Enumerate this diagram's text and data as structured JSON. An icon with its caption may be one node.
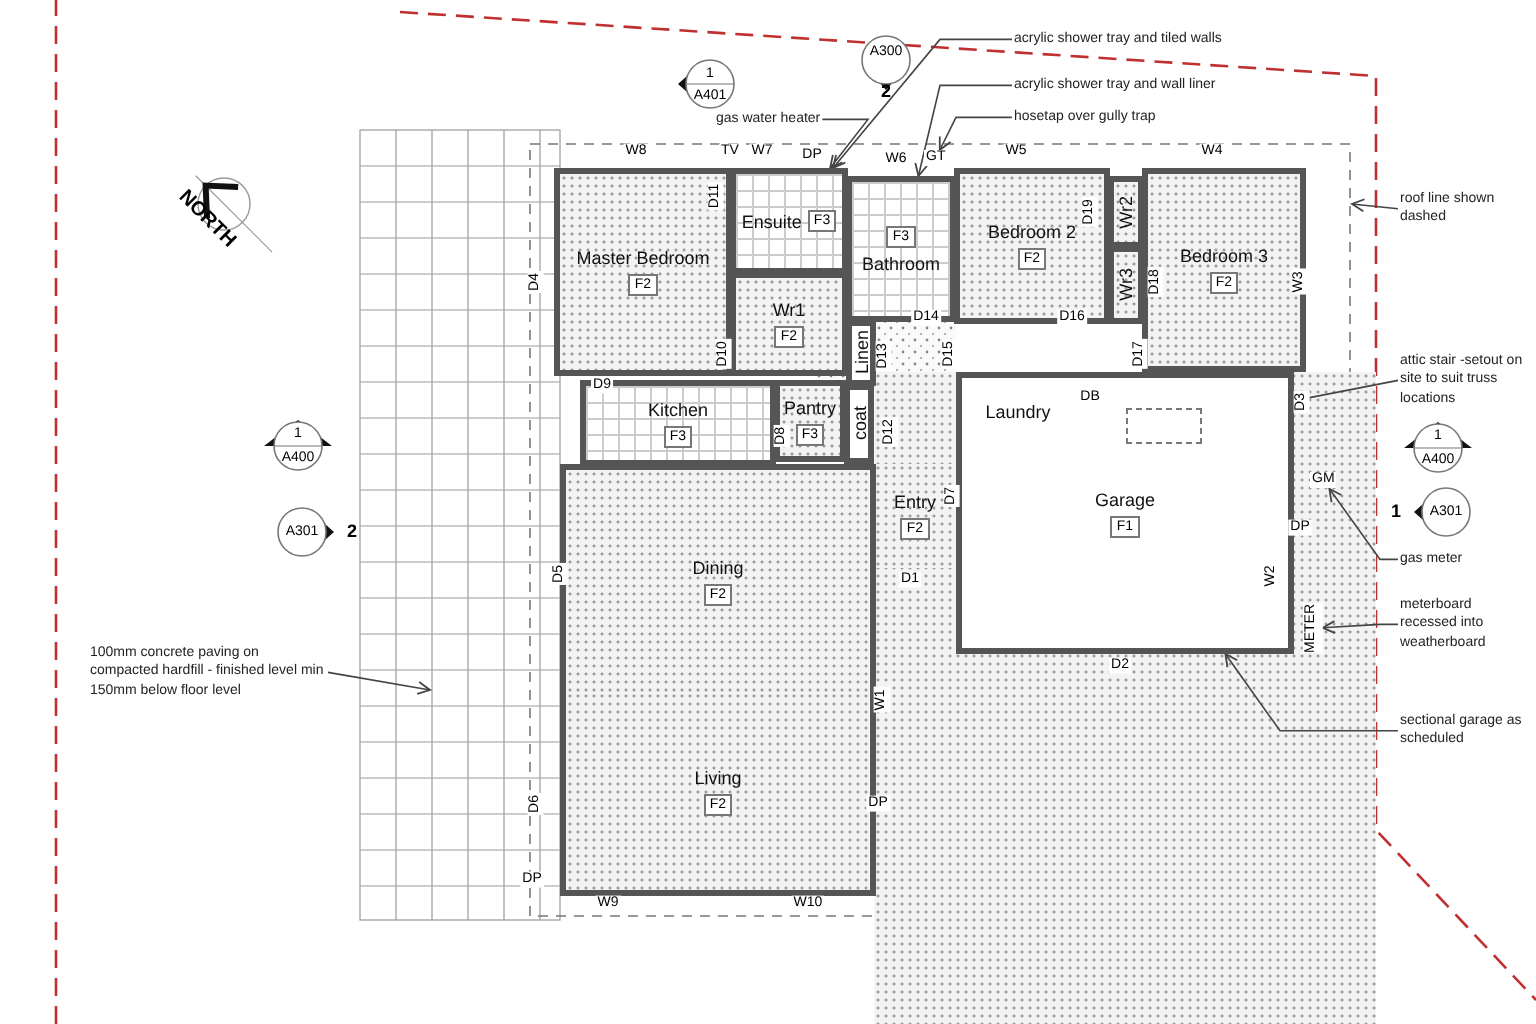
{
  "diagram": {
    "nodes": [
      {
        "text": [
          "Master Bedroom",
          "F2"
        ]
      },
      {
        "text": [
          "Ensuite",
          "F3"
        ]
      },
      {
        "text": [
          "F3",
          "Bathroom"
        ]
      },
      {
        "text": [
          "Bedroom 2",
          "F2"
        ]
      },
      {
        "text": [
          "Wr2"
        ]
      },
      {
        "text": [
          "Wr3"
        ]
      },
      {
        "text": [
          "Bedroom 3",
          "F2"
        ]
      },
      {
        "text": [
          "Wr1",
          "F2"
        ]
      },
      {
        "text": [
          "Linen"
        ]
      },
      {
        "text": [
          "Kitchen",
          "F3"
        ]
      },
      {
        "text": [
          "Pantry",
          "F3"
        ]
      },
      {
        "text": [
          "coat"
        ]
      },
      {
        "text": [
          "Garage",
          "F1"
        ]
      },
      {
        "text": [
          "Laundry"
        ],
        "in": 12
      },
      {
        "text": [],
        "shape": "box",
        "in": 12
      },
      {
        "text": [
          "Entry",
          "F2"
        ]
      },
      {
        "text": [
          "Dining",
          "F2"
        ]
      },
      {
        "text": [
          "Living",
          "F2"
        ]
      },
      {
        "text": [
          "acrylic shower tray and tiled walls"
        ]
      },
      {
        "text": [
          "acrylic shower tray and wall liner"
        ]
      },
      {
        "text": [
          "hosetap over gully trap"
        ]
      },
      {
        "text": [
          "GT"
        ]
      },
      {
        "text": [
          "gas water heater"
        ]
      },
      {
        "text": [
          "roof line shown dashed"
        ]
      },
      {
        "text": [
          "attic stair -setout on site to suit truss locations"
        ]
      },
      {
        "text": [
          "gas meter"
        ]
      },
      {
        "text": [
          "GM"
        ]
      },
      {
        "text": [
          "meterboard recessed into weatherboard"
        ]
      },
      {
        "text": [
          "METER"
        ]
      },
      {
        "text": [
          "sectional garage as scheduled"
        ]
      },
      {
        "text": [
          "100mm concrete paving on compacted hardfill - finished level min 150mm below floor level"
        ]
      }
    ],
    "edges": [
      {
        "from": 18,
        "to": 1,
        "arrow": "to"
      },
      {
        "from": 19,
        "to": 2,
        "arrow": "to"
      },
      {
        "from": 20,
        "to": 21,
        "arrow": "to"
      },
      {
        "from": 22,
        "to": 1,
        "arrow": "to"
      },
      {
        "from": 23,
        "to": null,
        "arrow": "to"
      },
      {
        "from": 24,
        "to": 14,
        "arrow": "to"
      },
      {
        "from": 25,
        "to": 26,
        "arrow": "to"
      },
      {
        "from": 27,
        "to": 28,
        "arrow": "to"
      },
      {
        "from": 29,
        "to": 12,
        "arrow": "to"
      },
      {
        "from": 30,
        "to": null,
        "arrow": "to"
      }
    ],
    "labels": [
      "A300",
      "1",
      "A401",
      "2",
      "W8",
      "TV",
      "W7",
      "DP",
      "W6",
      "W5",
      "W4",
      "NORTH",
      "D11",
      "D19",
      "D4",
      "D18",
      "W3",
      "D14",
      "D16",
      "D10",
      "D13",
      "D15",
      "D17",
      "D9",
      "DB",
      "D3",
      "1",
      "D8",
      "D12",
      "1",
      "A400",
      "A400",
      "D7",
      "1",
      "A301",
      "A301",
      "2",
      "DP",
      "D5",
      "D1",
      "W2",
      "D2",
      "W1",
      "D6",
      "DP",
      "DP",
      "W9",
      "W10"
    ]
  }
}
